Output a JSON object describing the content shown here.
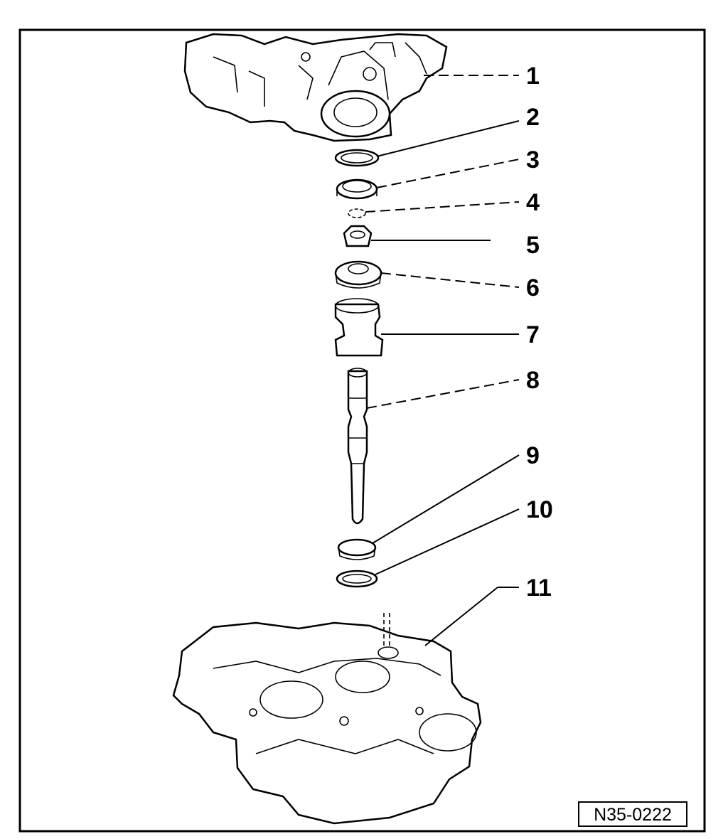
{
  "callouts": [
    "1",
    "2",
    "3",
    "4",
    "5",
    "6",
    "7",
    "8",
    "9",
    "10",
    "11"
  ],
  "reference": "N35-0222"
}
